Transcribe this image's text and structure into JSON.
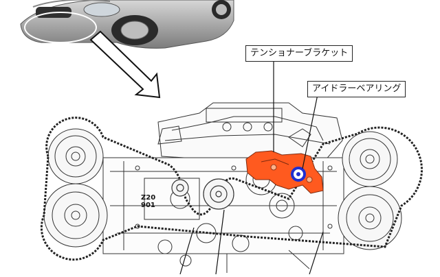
{
  "callouts": {
    "tensioner_bracket": "テンショナーブラケット",
    "idler_bearing": "アイドラーベアリング"
  },
  "engine_block": {
    "line1": "Z20",
    "line2": "901"
  },
  "colors": {
    "tensioner_highlight": "#ff5a1f",
    "idler_ring": "#1f2fd0",
    "car_body": "#a9a9a9",
    "line_art": "#333333"
  }
}
